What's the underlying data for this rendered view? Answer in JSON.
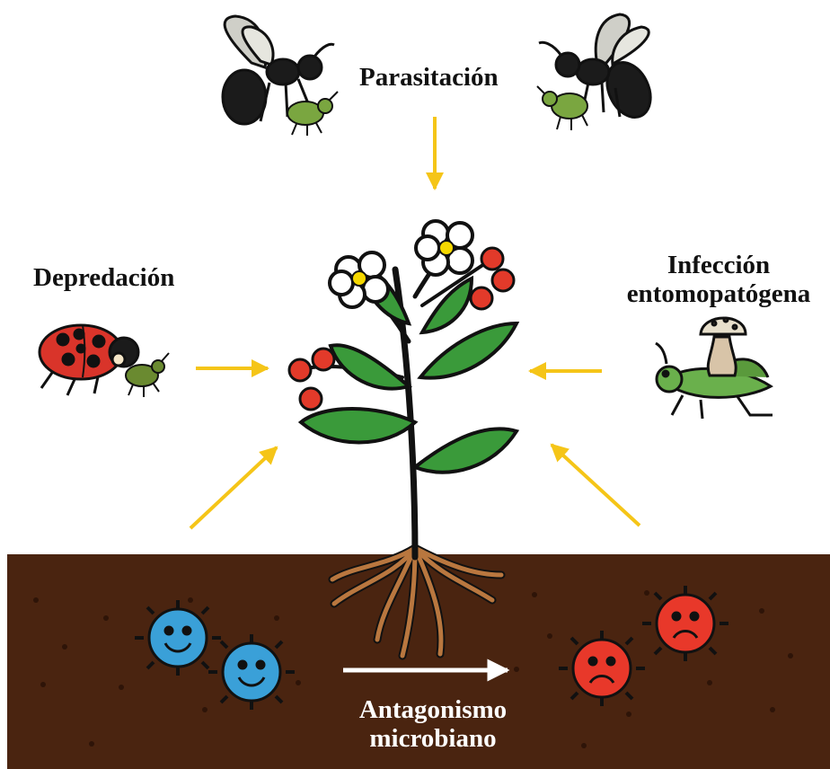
{
  "labels": {
    "parasitacion": "Parasitación",
    "depredacion": "Depredación",
    "infeccion_line1": "Infección",
    "infeccion_line2": "entomopatógena",
    "antagonismo_line1": "Antagonismo",
    "antagonismo_line2": "microbiano"
  },
  "colors": {
    "arrow": "#f5c518",
    "soil": "#4a2410",
    "leaf": "#3a9a3a",
    "berry": "#e23a2a",
    "good_microbe": "#3aa0d8",
    "bad_microbe": "#e8382a",
    "root": "#b9773f"
  },
  "icons": [
    "wasp-icon",
    "aphid-icon",
    "ladybug-icon",
    "grasshopper-icon",
    "fungus-icon",
    "plant-icon",
    "happy-microbe-icon",
    "sad-microbe-icon"
  ]
}
